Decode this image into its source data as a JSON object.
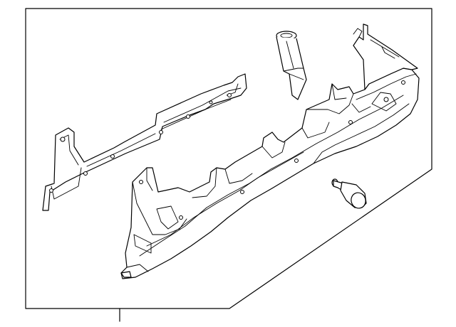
{
  "diagram": {
    "type": "exploded-parts-illustration",
    "background_color": "#ffffff",
    "line_color": "#000000",
    "parts": [
      {
        "name": "reinforcement-bracket"
      },
      {
        "name": "glove-box-frame"
      },
      {
        "name": "plastic-clip"
      },
      {
        "name": "rubber-bumper"
      }
    ]
  }
}
